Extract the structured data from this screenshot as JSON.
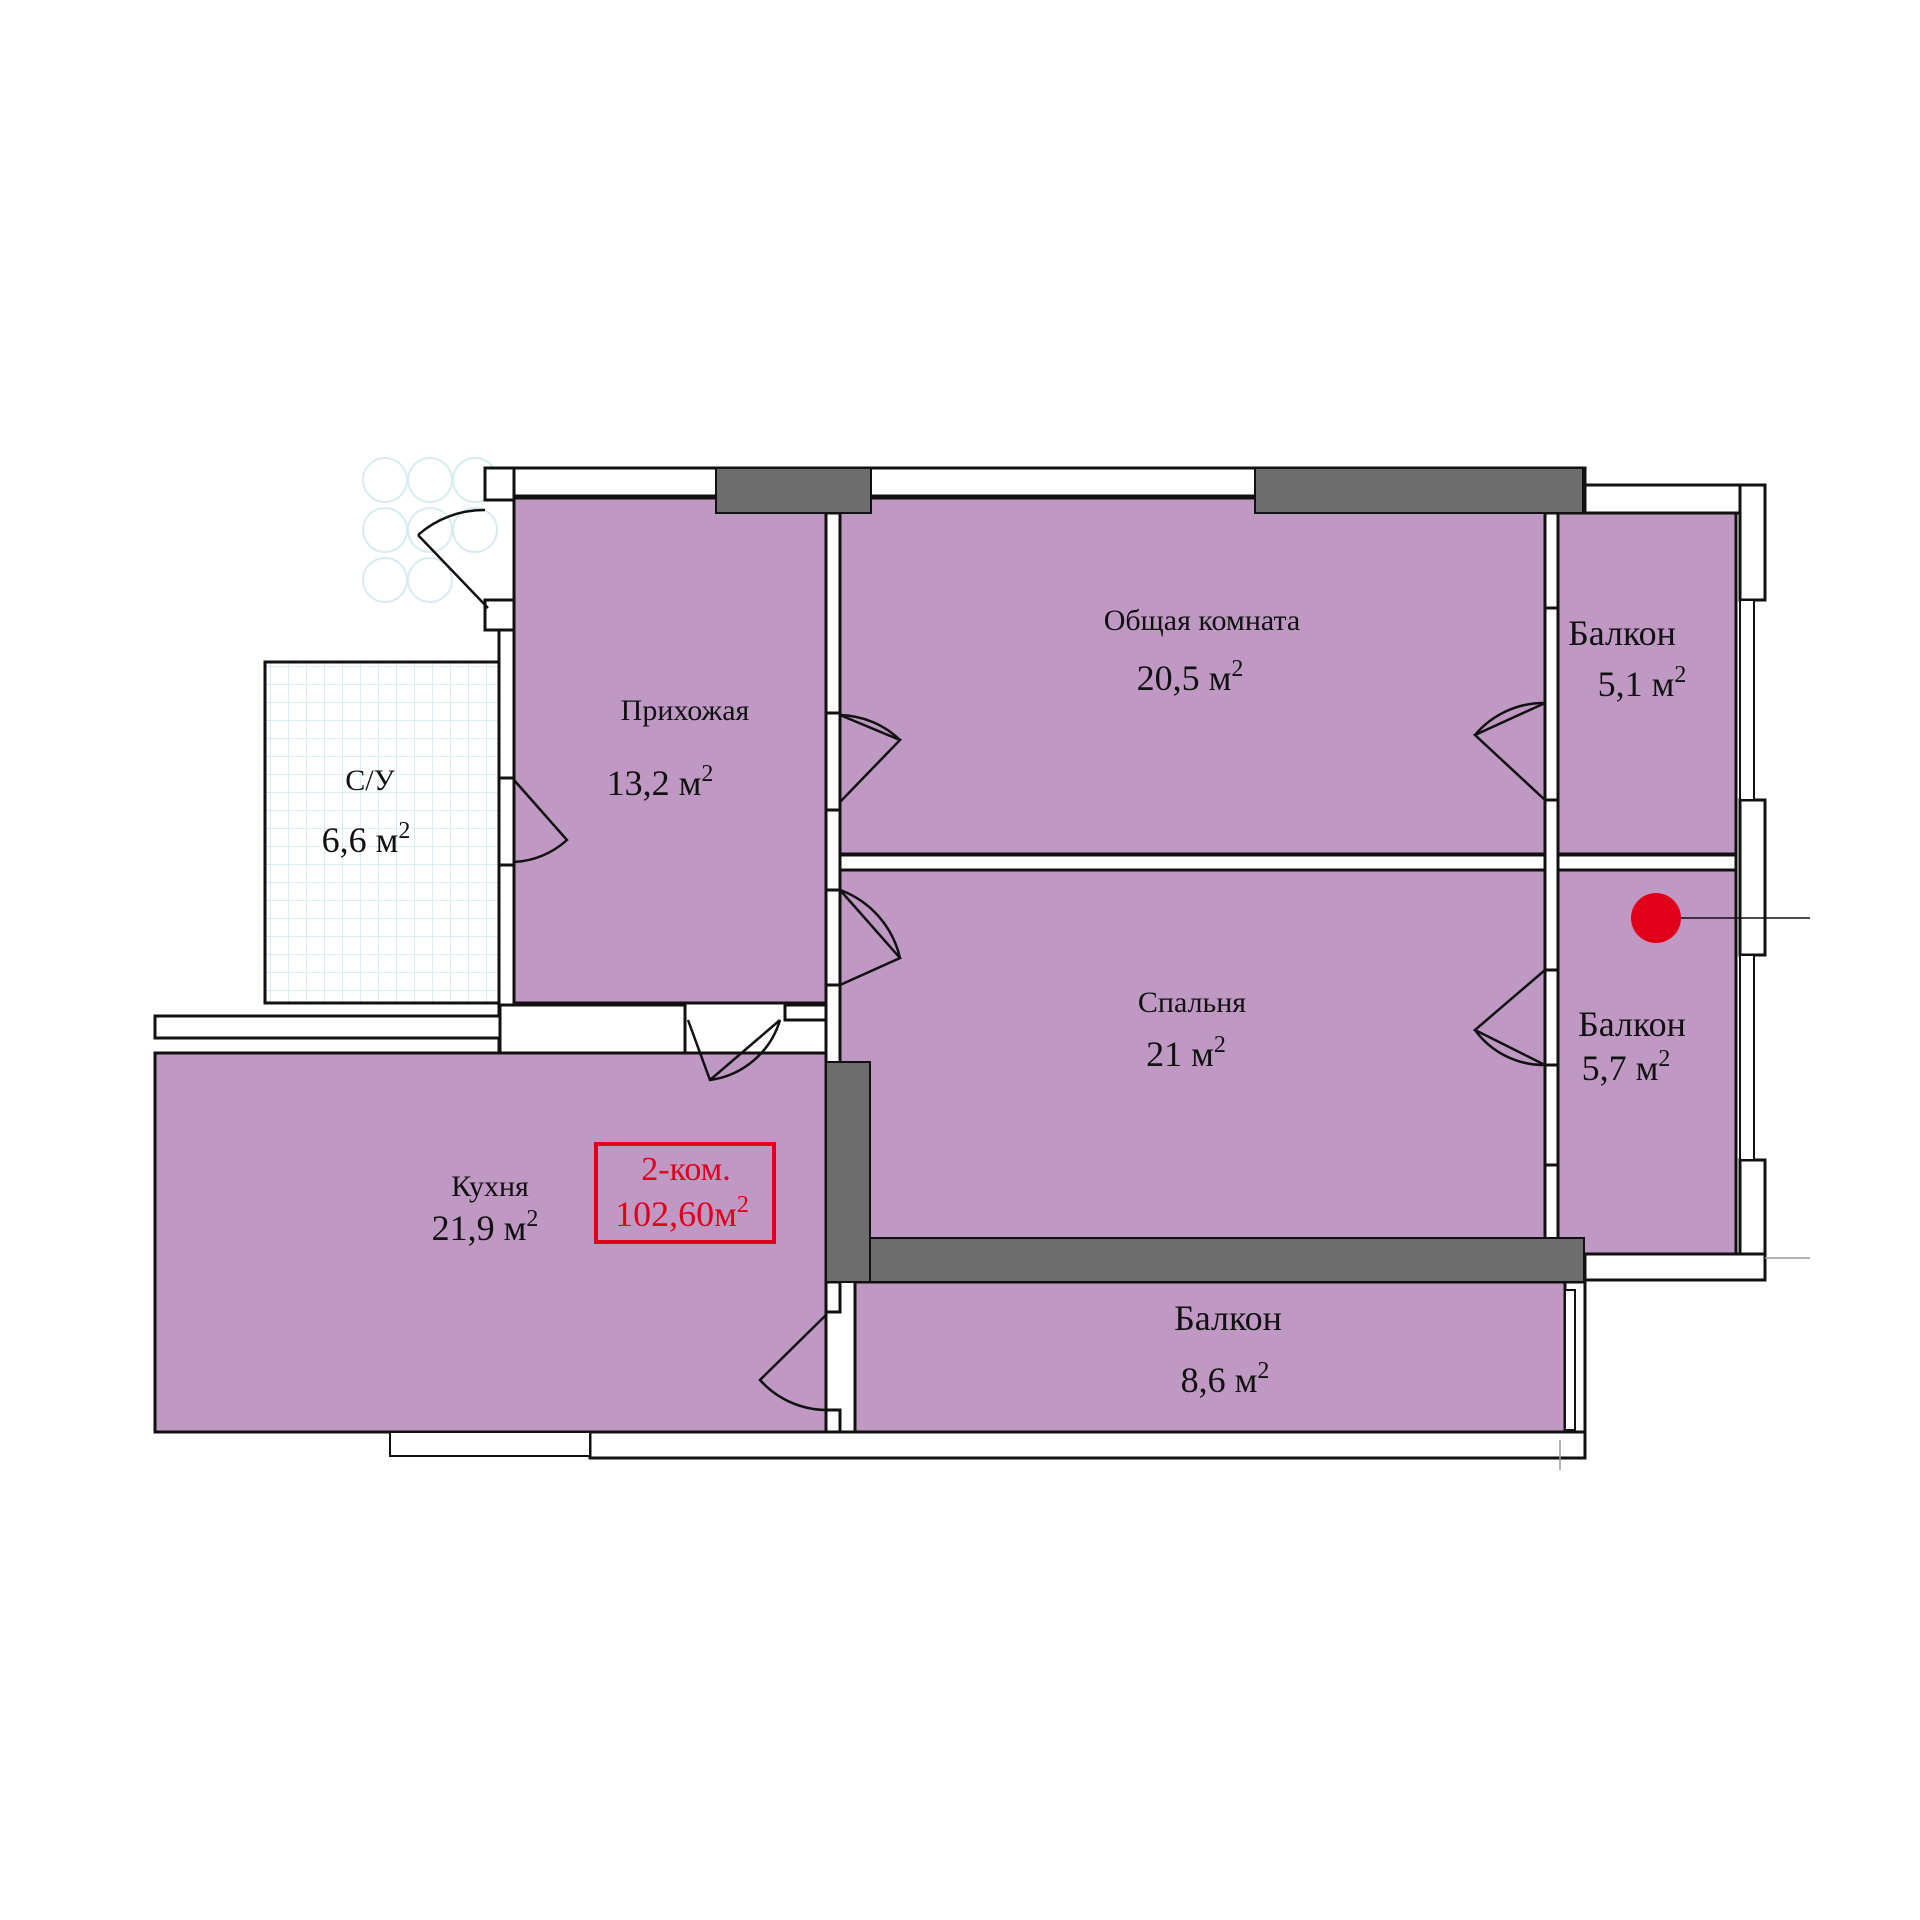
{
  "colors": {
    "room_fill": "#bf99c3",
    "bath_fill": "#ffffff",
    "bath_grid": "#cfe6ee",
    "wall": "#111111",
    "wall_dark": "#6d6d6d",
    "badge_red": "#e0001a",
    "marker_red": "#e0001a"
  },
  "rooms": {
    "hall": {
      "name": "Прихожая",
      "area": "13,2 м",
      "sup": "2"
    },
    "living": {
      "name": "Общая комната",
      "area": "20,5 м",
      "sup": "2"
    },
    "balcony_top": {
      "name": "Балкон",
      "area": "5,1 м",
      "sup": "2"
    },
    "bath": {
      "name": "С/У",
      "area": "6,6 м",
      "sup": "2"
    },
    "bedroom": {
      "name": "Спальня",
      "area": "21 м",
      "sup": "2"
    },
    "balcony_right": {
      "name": "Балкон",
      "area": "5,7 м",
      "sup": "2"
    },
    "kitchen": {
      "name": "Кухня",
      "area": "21,9 м",
      "sup": "2"
    },
    "balcony_bottom": {
      "name": "Балкон",
      "area": "8,6 м",
      "sup": "2"
    }
  },
  "badge": {
    "line1": "2-ком.",
    "line2": "102,60м",
    "sup": "2"
  },
  "marker": {
    "icon": "location-dot-icon"
  }
}
